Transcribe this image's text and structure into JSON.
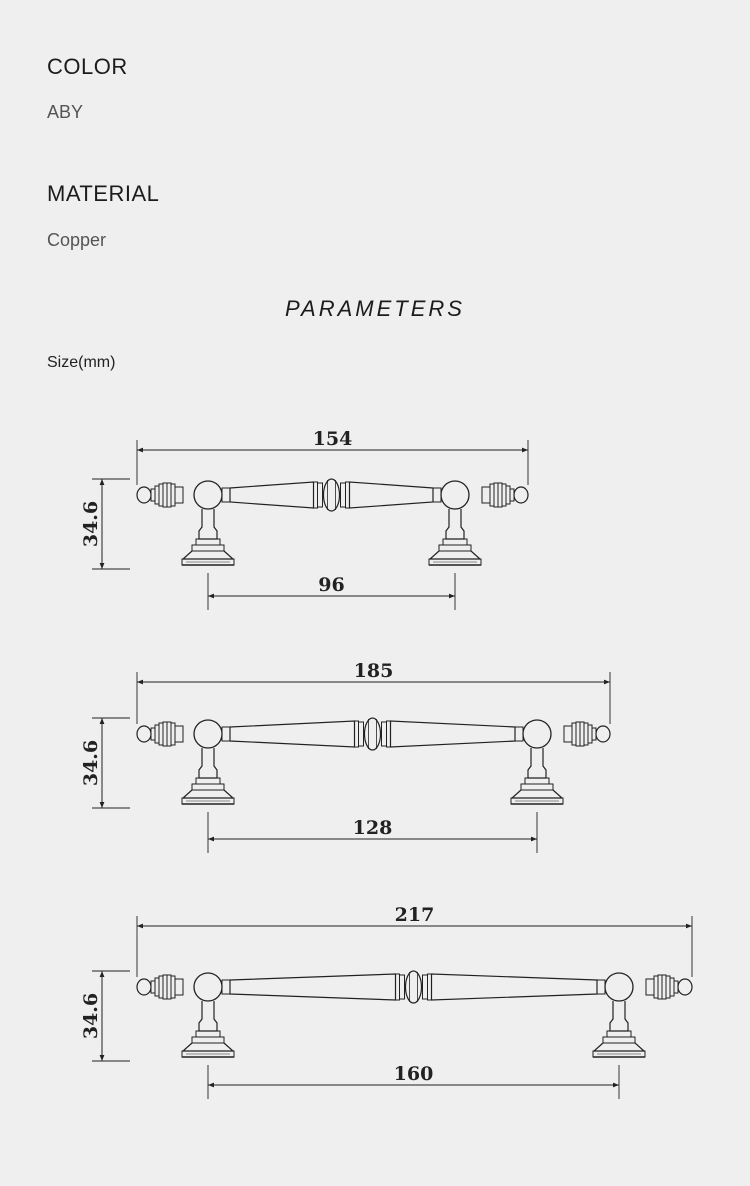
{
  "color": {
    "heading": "COLOR",
    "value": "ABY"
  },
  "material": {
    "heading": "MATERIAL",
    "value": "Copper"
  },
  "parameters": {
    "title": "PARAMETERS",
    "size_label": "Size(mm)"
  },
  "handles": [
    {
      "overall": "154",
      "center": "96",
      "height": "34.6"
    },
    {
      "overall": "185",
      "center": "128",
      "height": "34.6"
    },
    {
      "overall": "217",
      "center": "160",
      "height": "34.6"
    }
  ]
}
